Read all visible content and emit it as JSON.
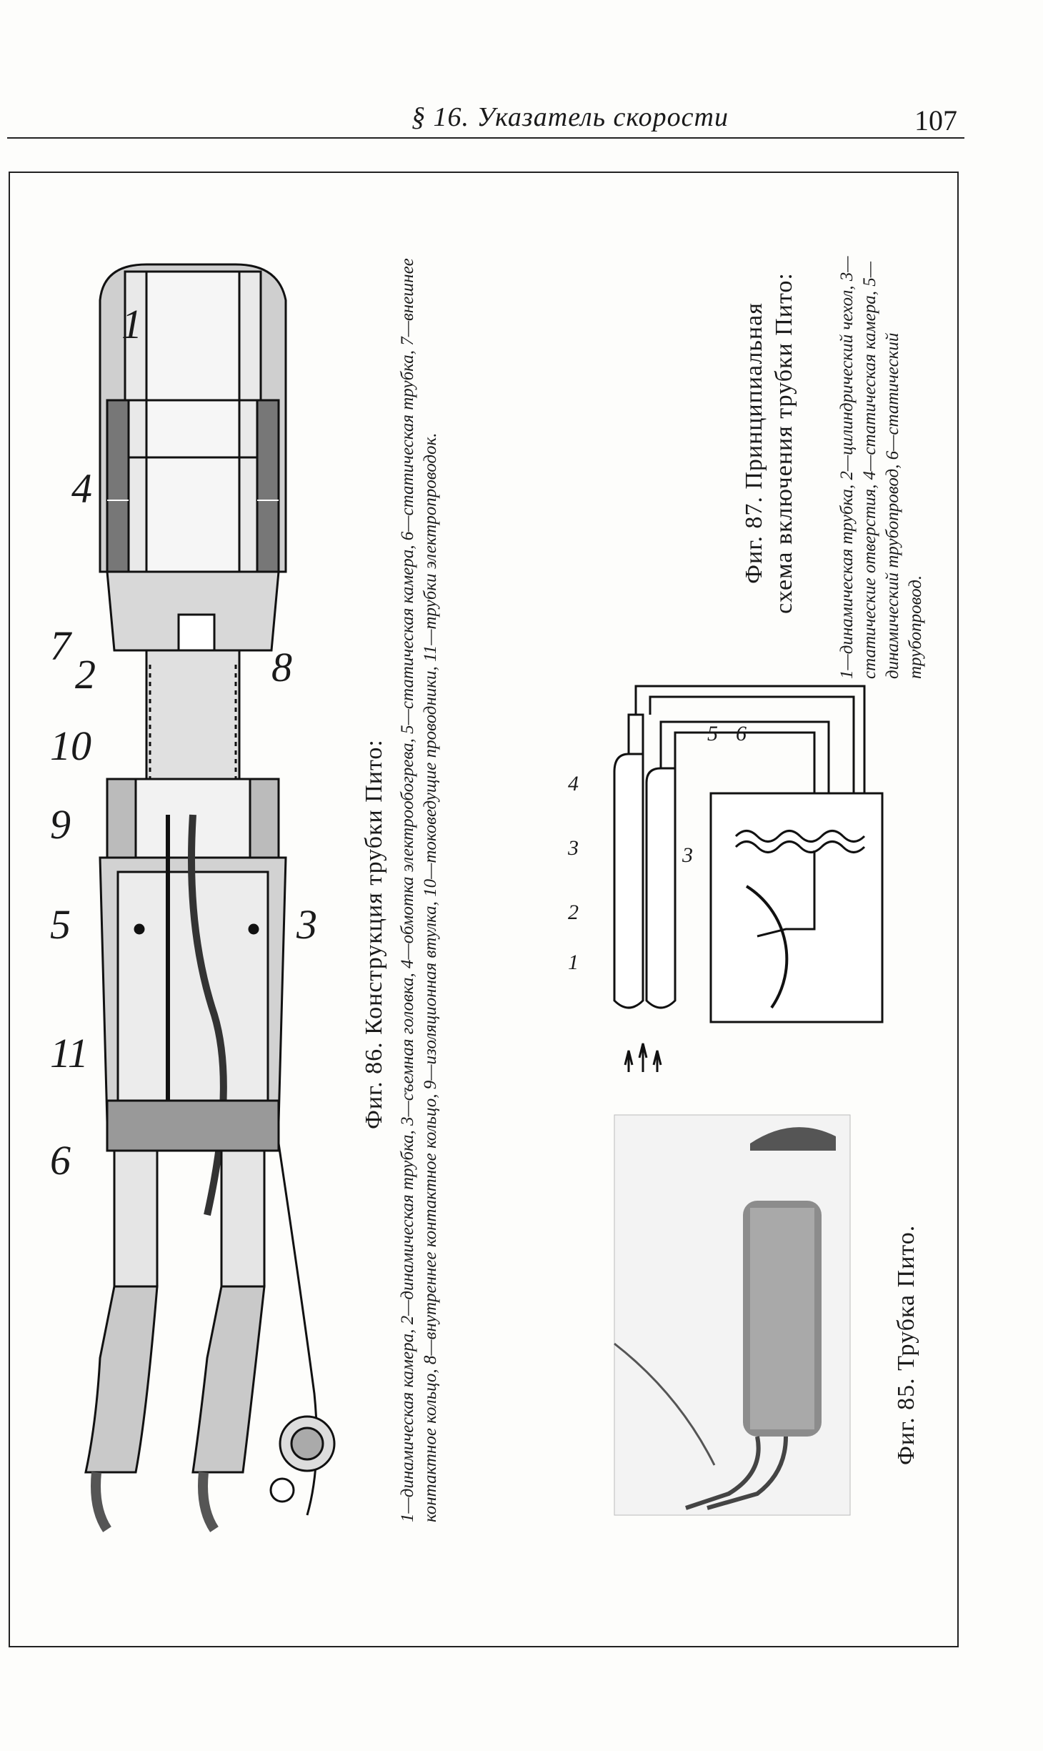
{
  "header": {
    "running_head": "§ 16. Указатель скорости",
    "page_number": "107"
  },
  "fig86": {
    "title": "Фиг. 86. Конструкция трубки Пито:",
    "legend": "1—динамическая камера, 2—динамическая трубка, 3—съемная головка, 4—обмотка электрообогрева, 5—статическая камера, 6—статическая трубка, 7—внешнее контактное кольцо, 8—внутреннее контактное кольцо, 9—изоляционная втулка, 10—токоведущие проводники, 11—трубки электропроводок.",
    "labels": [
      "1",
      "4",
      "7",
      "2",
      "8",
      "10",
      "9",
      "5",
      "3",
      "11",
      "6"
    ]
  },
  "fig87": {
    "title": "Фиг. 87. Принципиальная схема включения трубки Пито:",
    "legend": "1—динамическая трубка, 2—цилиндрический чехол, 3—статические отверстия, 4—статическая камера, 5—динамический трубопровод, 6—статический трубопровод.",
    "labels": [
      "1",
      "2",
      "3",
      "4",
      "3",
      "5",
      "6"
    ]
  },
  "fig85": {
    "title": "Фиг. 85. Трубка Пито."
  }
}
